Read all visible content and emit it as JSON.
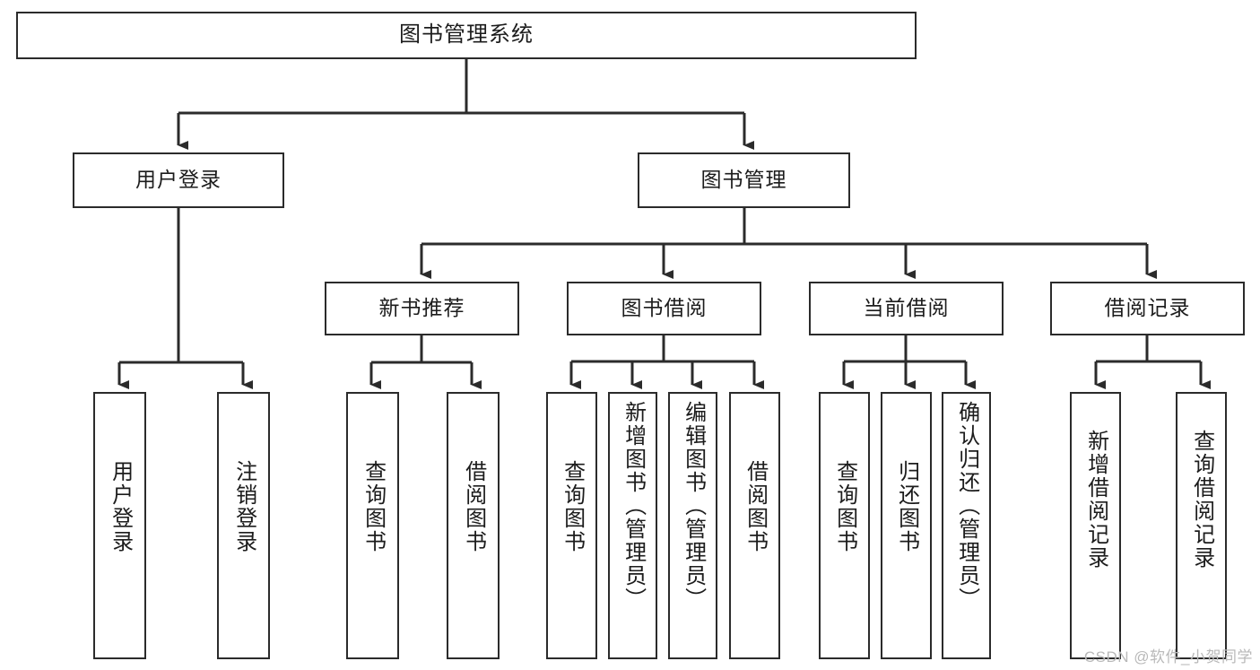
{
  "diagram": {
    "title": "图书管理系统",
    "type": "hierarchy-tree",
    "watermark": "CSDN @软件_小贺同学",
    "colors": {
      "stroke": "#2b2b2b",
      "fill": "#ffffff",
      "text": "#1c1c1c",
      "watermark": "#b9b9b9"
    },
    "levels": {
      "root": {
        "label": "图书管理系统"
      },
      "level2": [
        {
          "label": "用户登录"
        },
        {
          "label": "图书管理"
        }
      ],
      "level3": [
        {
          "label": "新书推荐"
        },
        {
          "label": "图书借阅"
        },
        {
          "label": "当前借阅"
        },
        {
          "label": "借阅记录"
        }
      ],
      "leaves": {
        "user_login": [
          {
            "label": "用户登录"
          },
          {
            "label": "注销登录"
          }
        ],
        "new_book_recommend": [
          {
            "label": "查询图书"
          },
          {
            "label": "借阅图书"
          }
        ],
        "book_borrow": [
          {
            "label": "查询图书"
          },
          {
            "label": "新增图书（管理员）"
          },
          {
            "label": "编辑图书（管理员）"
          },
          {
            "label": "借阅图书"
          }
        ],
        "current_borrow": [
          {
            "label": "查询图书"
          },
          {
            "label": "归还图书"
          },
          {
            "label": "确认归还（管理员）"
          }
        ],
        "borrow_record": [
          {
            "label": "新增借阅记录"
          },
          {
            "label": "查询借阅记录"
          }
        ]
      }
    }
  }
}
